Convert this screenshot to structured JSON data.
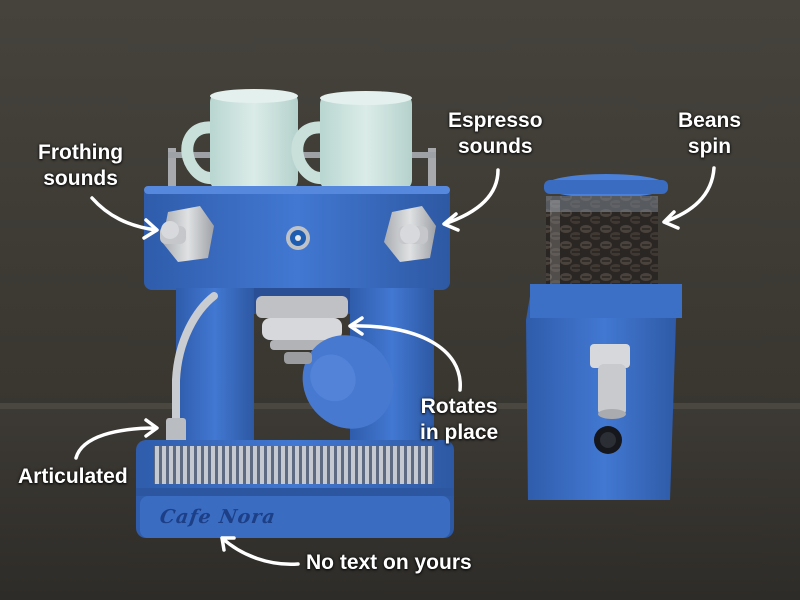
{
  "callouts": {
    "frothing": [
      "Frothing",
      "sounds"
    ],
    "espresso": [
      "Espresso",
      "sounds"
    ],
    "beans": [
      "Beans",
      "spin"
    ],
    "rotates": [
      "Rotates",
      "in place"
    ],
    "articulated": "Articulated",
    "no_text": "No text on yours"
  },
  "machine_brand": "Cafe Nora",
  "colors": {
    "machine_blue": "#3f72c9",
    "wall": "#3e3b36",
    "counter": "#3a3833",
    "mug": "#cfe4e0",
    "label_text": "#ffffff"
  }
}
